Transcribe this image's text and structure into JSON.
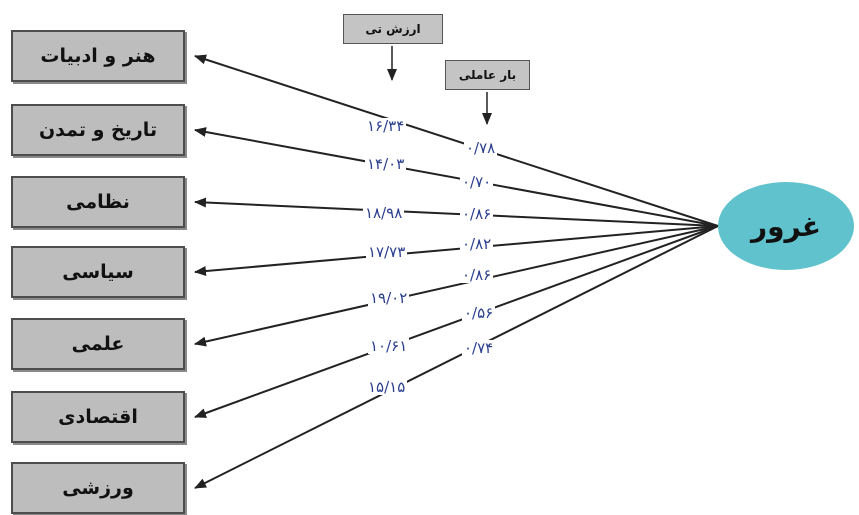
{
  "latent": {
    "label": "غرور"
  },
  "legend": {
    "t_value_label": "ارزش تی",
    "loading_label": "بار عاملی"
  },
  "indicators": [
    {
      "label": "هنر و ادبیات",
      "t_value": "۱۶/۳۴",
      "loading": "۰/۷۸"
    },
    {
      "label": "تاریخ و تمدن",
      "t_value": "۱۴/۰۳",
      "loading": "۰/۷۰"
    },
    {
      "label": "نظامی",
      "t_value": "۱۸/۹۸",
      "loading": "۰/۸۶"
    },
    {
      "label": "سیاسی",
      "t_value": "۱۷/۷۳",
      "loading": "۰/۸۲"
    },
    {
      "label": "علمی",
      "t_value": "۱۹/۰۲",
      "loading": "۰/۸۶"
    },
    {
      "label": "اقتصادی",
      "t_value": "۱۰/۶۱",
      "loading": "۰/۵۶"
    },
    {
      "label": "ورزشی",
      "t_value": "۱۵/۱۵",
      "loading": "۰/۷۴"
    }
  ],
  "colors": {
    "latent_fill": "#5fc2cc",
    "box_fill": "#bdbdbd",
    "number_text": "#2b3f8f",
    "arrow": "#222222"
  }
}
